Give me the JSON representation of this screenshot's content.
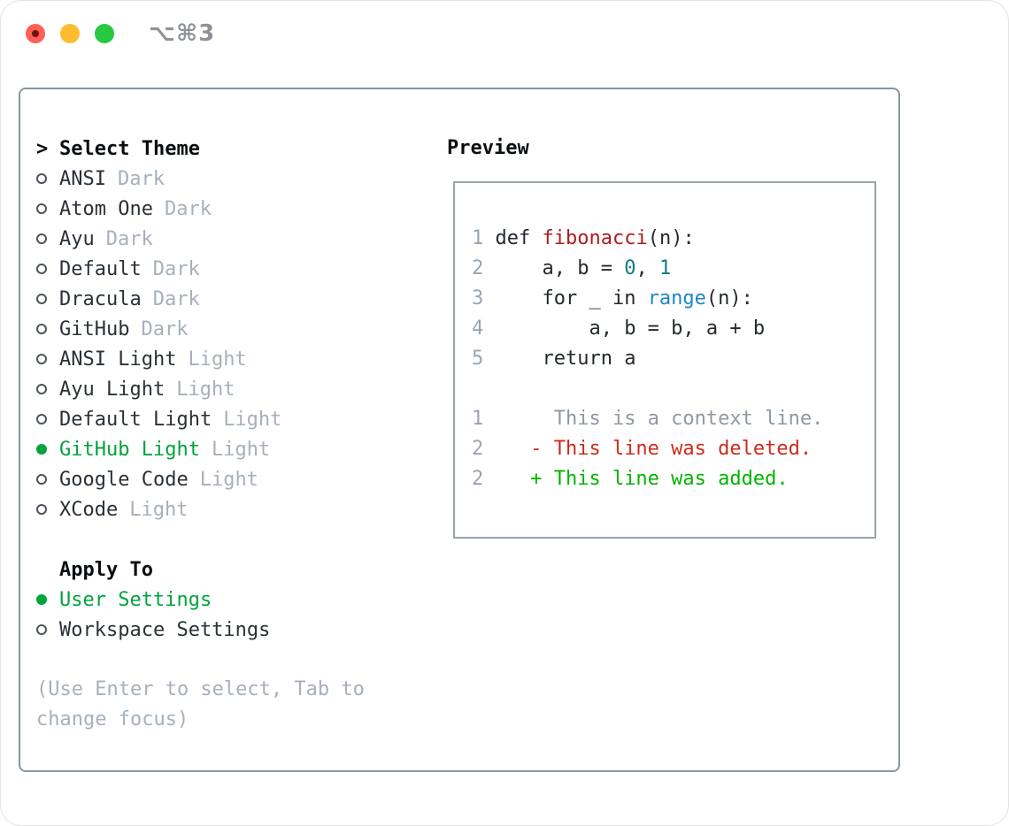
{
  "window": {
    "title": "⌥⌘3",
    "traffic_lights": [
      "close",
      "minimize",
      "zoom"
    ]
  },
  "colors": {
    "accent_green": "#00a43c",
    "added_green": "#00b400",
    "deleted_red": "#cc2b1c",
    "function_red": "#b01b1e",
    "number_teal": "#0d7d86",
    "builtin_blue": "#1d87c9",
    "muted_gray": "#a7b0bc",
    "panel_border": "#8b95a1"
  },
  "menu": {
    "header": {
      "prefix": ">",
      "label": "Select Theme"
    },
    "themes": [
      {
        "name": "ANSI",
        "variant": "Dark",
        "selected": false
      },
      {
        "name": "Atom One",
        "variant": "Dark",
        "selected": false
      },
      {
        "name": "Ayu",
        "variant": "Dark",
        "selected": false
      },
      {
        "name": "Default",
        "variant": "Dark",
        "selected": false
      },
      {
        "name": "Dracula",
        "variant": "Dark",
        "selected": false
      },
      {
        "name": "GitHub",
        "variant": "Dark",
        "selected": false
      },
      {
        "name": "ANSI Light",
        "variant": "Light",
        "selected": false
      },
      {
        "name": "Ayu Light",
        "variant": "Light",
        "selected": false
      },
      {
        "name": "Default Light",
        "variant": "Light",
        "selected": false
      },
      {
        "name": "GitHub Light",
        "variant": "Light",
        "selected": true
      },
      {
        "name": "Google Code",
        "variant": "Light",
        "selected": false
      },
      {
        "name": "XCode",
        "variant": "Light",
        "selected": false
      }
    ],
    "apply_to": {
      "label": "Apply To",
      "options": [
        {
          "name": "User Settings",
          "selected": true
        },
        {
          "name": "Workspace Settings",
          "selected": false
        }
      ]
    },
    "hint": "(Use Enter to select, Tab to change focus)"
  },
  "preview": {
    "header": "Preview",
    "lines": [
      {
        "num": "1",
        "segments": [
          {
            "text": " def ",
            "style": "code"
          },
          {
            "text": "fibonacci",
            "style": "function"
          },
          {
            "text": "(n):",
            "style": "code"
          }
        ]
      },
      {
        "num": "2",
        "segments": [
          {
            "text": "     a, b = ",
            "style": "code"
          },
          {
            "text": "0",
            "style": "number"
          },
          {
            "text": ", ",
            "style": "code"
          },
          {
            "text": "1",
            "style": "number"
          }
        ]
      },
      {
        "num": "3",
        "segments": [
          {
            "text": "     for _ in ",
            "style": "code"
          },
          {
            "text": "range",
            "style": "builtin"
          },
          {
            "text": "(n):",
            "style": "code"
          }
        ]
      },
      {
        "num": "4",
        "segments": [
          {
            "text": "         a, b = b, a + b",
            "style": "code"
          }
        ]
      },
      {
        "num": "5",
        "segments": [
          {
            "text": "     return a",
            "style": "code"
          }
        ]
      },
      {
        "num": "",
        "segments": []
      },
      {
        "num": "1",
        "segments": [
          {
            "text": "      This is a context line.",
            "style": "context"
          }
        ]
      },
      {
        "num": "2",
        "segments": [
          {
            "text": "    - This line was deleted.",
            "style": "deleted"
          }
        ]
      },
      {
        "num": "2",
        "segments": [
          {
            "text": "    + This line was added.",
            "style": "added"
          }
        ]
      }
    ]
  }
}
